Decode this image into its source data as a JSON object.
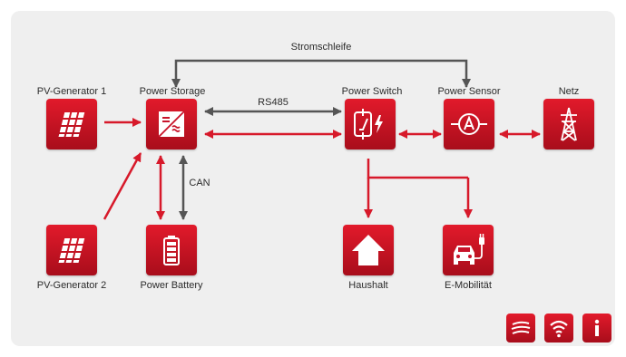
{
  "nodes": {
    "pv_generator_1": "PV-Generator 1",
    "pv_generator_2": "PV-Generator 2",
    "power_storage": "Power Storage",
    "power_battery": "Power Battery",
    "power_switch": "Power Switch",
    "power_sensor": "Power Sensor",
    "netz": "Netz",
    "haushalt": "Haushalt",
    "e_mobilitaet": "E-Mobilität"
  },
  "edges": {
    "stromschleife": "Stromschleife",
    "rs485": "RS485",
    "can": "CAN"
  },
  "icons": {
    "pv_generator_1": "solar-panel-icon",
    "pv_generator_2": "solar-panel-icon",
    "power_storage": "inverter-icon",
    "power_battery": "battery-icon",
    "power_switch": "switch-icon",
    "power_sensor": "ammeter-icon",
    "netz": "power-pylon-icon",
    "haushalt": "house-icon",
    "e_mobilitaet": "electric-car-icon",
    "legend": [
      "brand-logo-icon",
      "wifi-icon",
      "info-icon"
    ]
  },
  "colors": {
    "accent_red": "#d7192a",
    "line_gray": "#555555",
    "background": "#efefef"
  }
}
